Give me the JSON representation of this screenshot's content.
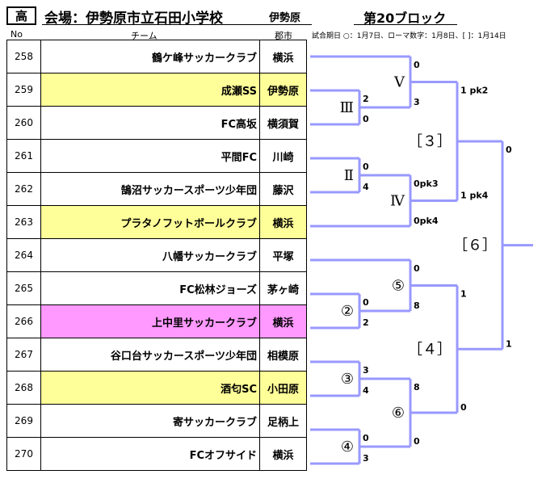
{
  "header": {
    "badge": "高",
    "venue": "会場：伊勢原市立石田小学校",
    "venue_city": "伊勢原",
    "block_title": "第20ブロック"
  },
  "subheader": {
    "no": "No",
    "team": "チーム",
    "city": "郡市",
    "note": "試合期日 ○：1月7日、ローマ数字：1月8日、[ ]：1月14日"
  },
  "teams": [
    {
      "no": "258",
      "name": "鶴ケ峰サッカークラブ",
      "city": "横浜",
      "highlight": ""
    },
    {
      "no": "259",
      "name": "成瀬SS",
      "city": "伊勢原",
      "highlight": "#ffff99"
    },
    {
      "no": "260",
      "name": "FC高坂",
      "city": "横須賀",
      "highlight": ""
    },
    {
      "no": "261",
      "name": "平間FC",
      "city": "川崎",
      "highlight": ""
    },
    {
      "no": "262",
      "name": "鵠沼サッカースポーツ少年団",
      "city": "藤沢",
      "highlight": ""
    },
    {
      "no": "263",
      "name": "プラタノフットボールクラブ",
      "city": "横浜",
      "highlight": "#ffff99"
    },
    {
      "no": "264",
      "name": "八幡サッカークラブ",
      "city": "平塚",
      "highlight": ""
    },
    {
      "no": "265",
      "name": "FC松林ジョーズ",
      "city": "茅ヶ崎",
      "highlight": ""
    },
    {
      "no": "266",
      "name": "上中里サッカークラブ",
      "city": "横浜",
      "highlight": "#ff99ff"
    },
    {
      "no": "267",
      "name": "谷口台サッカースポーツ少年団",
      "city": "相模原",
      "highlight": ""
    },
    {
      "no": "268",
      "name": "酒匂SC",
      "city": "小田原",
      "highlight": "#ffff99"
    },
    {
      "no": "269",
      "name": "寄サッカークラブ",
      "city": "足柄上",
      "highlight": ""
    },
    {
      "no": "270",
      "name": "FCオフサイド",
      "city": "横浜",
      "highlight": ""
    }
  ],
  "matches": [
    {
      "label": "Ⅲ",
      "top_score": "2",
      "bottom_score": "0"
    },
    {
      "label": "Ⅱ",
      "top_score": "0",
      "bottom_score": "4"
    },
    {
      "label": "Ⅴ",
      "top_score": "0",
      "bottom_score": "3"
    },
    {
      "label": "Ⅳ",
      "top_score": "0pk3",
      "bottom_score": "0pk4"
    },
    {
      "label": "［３］",
      "top_score": "1 pk2",
      "bottom_score": "1 pk4"
    },
    {
      "label": "②",
      "top_score": "0",
      "bottom_score": "2"
    },
    {
      "label": "⑤",
      "top_score": "0",
      "bottom_score": "8"
    },
    {
      "label": "③",
      "top_score": "3",
      "bottom_score": "4"
    },
    {
      "label": "④",
      "top_score": "0",
      "bottom_score": "3"
    },
    {
      "label": "⑥",
      "top_score": "8",
      "bottom_score": "0"
    },
    {
      "label": "［４］",
      "top_score": "1",
      "bottom_score": "0"
    },
    {
      "label": "［６］",
      "top_score": "0",
      "bottom_score": "1"
    }
  ],
  "colors": {
    "bracket_line": "#9999ff",
    "highlight_yellow": "#ffff99",
    "highlight_pink": "#ff99ff"
  }
}
